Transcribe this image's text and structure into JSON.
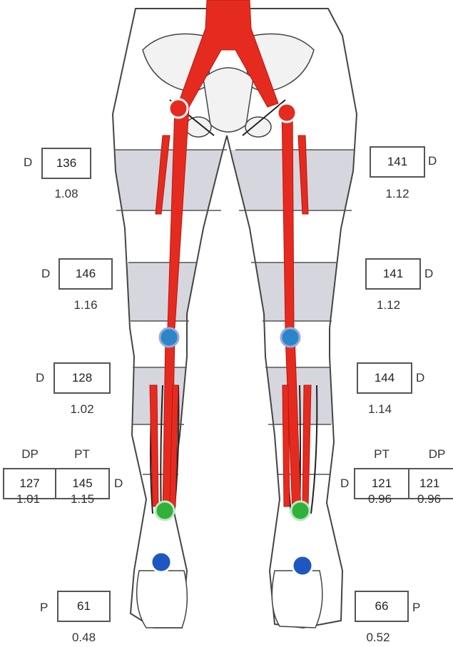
{
  "colors": {
    "artery": "#e52b20",
    "band": "#d6d6de",
    "outline": "#444444",
    "popliteal_marker": "#2a86c9",
    "ankle_marker": "#2fb13a",
    "foot_marker": "#1f57c2"
  },
  "readings": {
    "r_high_thigh": {
      "wave": "D",
      "pressure": "136",
      "index": "1.08"
    },
    "r_low_thigh": {
      "wave": "D",
      "pressure": "146",
      "index": "1.16"
    },
    "r_calf": {
      "wave": "D",
      "pressure": "128",
      "index": "1.02"
    },
    "r_ankle_dp": {
      "label": "DP",
      "pressure": "127",
      "index": "1.01"
    },
    "r_ankle_pt": {
      "label": "PT",
      "pressure": "145",
      "index": "1.15"
    },
    "r_ankle_wave": "D",
    "r_toe": {
      "wave": "P",
      "pressure": "61",
      "index": "0.48"
    },
    "l_high_thigh": {
      "wave": "D",
      "pressure": "141",
      "index": "1.12"
    },
    "l_low_thigh": {
      "wave": "D",
      "pressure": "141",
      "index": "1.12"
    },
    "l_calf": {
      "wave": "D",
      "pressure": "144",
      "index": "1.14"
    },
    "l_ankle_pt": {
      "label": "PT",
      "pressure": "121",
      "index": "0.96"
    },
    "l_ankle_dp": {
      "label": "DP",
      "pressure": "121",
      "index": "0.96"
    },
    "l_ankle_wave": "D",
    "l_toe": {
      "wave": "P",
      "pressure": "66",
      "index": "0.52"
    }
  }
}
